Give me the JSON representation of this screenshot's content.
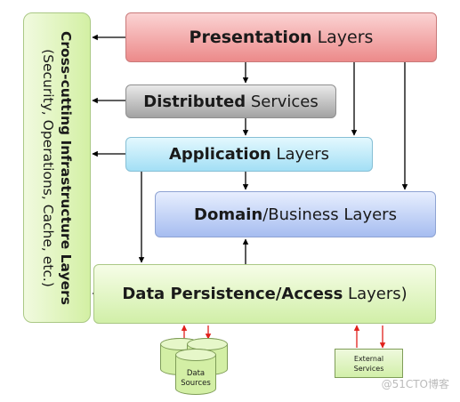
{
  "layers": {
    "presentation": {
      "bold": "Presentation",
      "rest": " Layers"
    },
    "distributed": {
      "bold": "Distributed",
      "rest": " Services"
    },
    "application": {
      "bold": "Application",
      "rest": " Layers"
    },
    "domain": {
      "bold": "Domain",
      "rest": "/Business Layers"
    },
    "persistence": {
      "bold": "Data Persistence/Access",
      "rest": " Layers)"
    }
  },
  "cross_cutting": {
    "line1": "Cross-cutting Infrastructure Layers",
    "line2": "(Security, Operations, Cache, etc.)"
  },
  "data_sources": {
    "line1": "Data",
    "line2": "Sources"
  },
  "external_services": {
    "line1": "External",
    "line2": "Services"
  },
  "watermark": "@51CTO博客",
  "colors": {
    "connector": "#000000",
    "data_flow_arrow": "#e0201b"
  }
}
